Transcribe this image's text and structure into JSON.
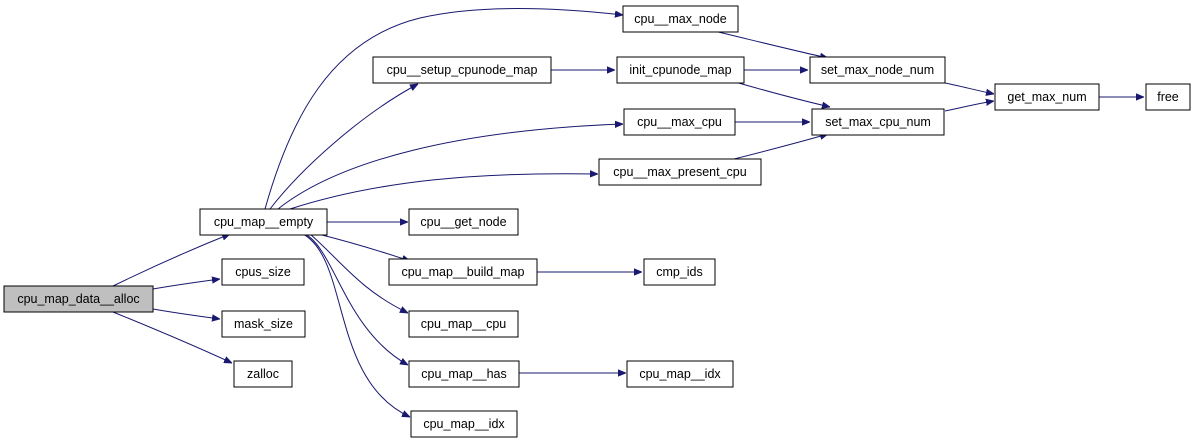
{
  "graph": {
    "colors": {
      "edge": "#191970",
      "root_fill": "#bfbfbf",
      "node_fill": "#ffffff",
      "node_border": "#000000"
    },
    "nodes": {
      "cpu_map_data__alloc": "cpu_map_data__alloc",
      "cpu_map__empty": "cpu_map__empty",
      "cpus_size": "cpus_size",
      "mask_size": "mask_size",
      "zalloc": "zalloc",
      "cpu__max_node": "cpu__max_node",
      "cpu__setup_cpunode_map": "cpu__setup_cpunode_map",
      "cpu__max_cpu": "cpu__max_cpu",
      "cpu__max_present_cpu": "cpu__max_present_cpu",
      "cpu__get_node": "cpu__get_node",
      "cpu_map__build_map": "cpu_map__build_map",
      "cpu_map__cpu": "cpu_map__cpu",
      "cpu_map__has": "cpu_map__has",
      "cpu_map__idx_a": "cpu_map__idx",
      "init_cpunode_map": "init_cpunode_map",
      "cmp_ids": "cmp_ids",
      "cpu_map__idx_b": "cpu_map__idx",
      "set_max_node_num": "set_max_node_num",
      "set_max_cpu_num": "set_max_cpu_num",
      "get_max_num": "get_max_num",
      "free": "free"
    }
  }
}
